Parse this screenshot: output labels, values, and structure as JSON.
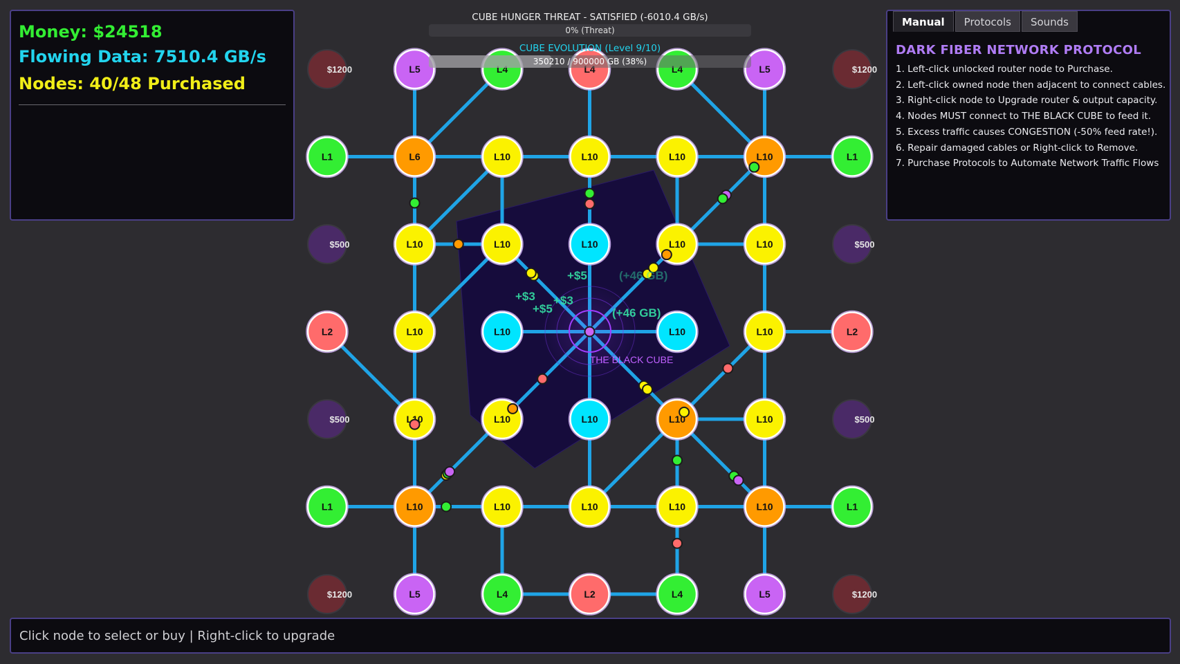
{
  "stats": {
    "money": "Money: $24518",
    "flow": "Flowing Data: 7510.4 GB/s",
    "nodes": "Nodes: 40/48 Purchased"
  },
  "threat": {
    "title": "CUBE HUNGER THREAT - SATISFIED (-6010.4 GB/s)",
    "bar_text": "0% (Threat)",
    "percent": 0
  },
  "evolution": {
    "title": "CUBE EVOLUTION (Level 9/10)",
    "bar_text": "350210 / 900000 GB (38%)",
    "percent": 38
  },
  "cube_label": "THE BLACK CUBE",
  "tabs": [
    "Manual",
    "Protocols",
    "Sounds"
  ],
  "manual": {
    "title": "DARK FIBER NETWORK PROTOCOL",
    "items": [
      "1. Left-click unlocked router node to Purchase.",
      "2. Left-click owned node then adjacent to connect cables.",
      "3. Right-click node to Upgrade router & output capacity.",
      "4. Nodes MUST connect to THE BLACK CUBE to feed it.",
      "5. Excess traffic causes CONGESTION (-50% feed rate!).",
      "6. Repair damaged cables or Right-click to Remove.",
      "7. Purchase Protocols to Automate Network Traffic Flows"
    ]
  },
  "footer": "Click node to select or buy | Right-click to upgrade",
  "floating_texts": [
    "+$5",
    "+$3",
    "(+46 GB)",
    "(+46 GB)",
    "+$5",
    "+$3"
  ],
  "colors": {
    "cable": "#1fa4e6",
    "yellow": "#fbf200",
    "green": "#33ee33",
    "red": "#ff6b6b",
    "orange": "#ff9a00",
    "purple": "#c964f4",
    "cyan": "#00e5ff",
    "locked_red": "#6a2b32",
    "locked_purple": "#4a2a67"
  },
  "nodes": [
    {
      "r": 0,
      "c": 0,
      "label": "$1200",
      "kind": "locked_red"
    },
    {
      "r": 0,
      "c": 1,
      "label": "L5",
      "kind": "purple"
    },
    {
      "r": 0,
      "c": 2,
      "label": "L4",
      "kind": "green"
    },
    {
      "r": 0,
      "c": 3,
      "label": "L4",
      "kind": "red"
    },
    {
      "r": 0,
      "c": 4,
      "label": "L4",
      "kind": "green"
    },
    {
      "r": 0,
      "c": 5,
      "label": "L5",
      "kind": "purple"
    },
    {
      "r": 0,
      "c": 6,
      "label": "$1200",
      "kind": "locked_red"
    },
    {
      "r": 1,
      "c": 0,
      "label": "L1",
      "kind": "green"
    },
    {
      "r": 1,
      "c": 1,
      "label": "L6",
      "kind": "orange"
    },
    {
      "r": 1,
      "c": 2,
      "label": "L10",
      "kind": "yellow"
    },
    {
      "r": 1,
      "c": 3,
      "label": "L10",
      "kind": "yellow"
    },
    {
      "r": 1,
      "c": 4,
      "label": "L10",
      "kind": "yellow"
    },
    {
      "r": 1,
      "c": 5,
      "label": "L10",
      "kind": "orange"
    },
    {
      "r": 1,
      "c": 6,
      "label": "L1",
      "kind": "green"
    },
    {
      "r": 2,
      "c": 0,
      "label": "$500",
      "kind": "locked_purple"
    },
    {
      "r": 2,
      "c": 1,
      "label": "L10",
      "kind": "yellow"
    },
    {
      "r": 2,
      "c": 2,
      "label": "L10",
      "kind": "yellow"
    },
    {
      "r": 2,
      "c": 3,
      "label": "L10",
      "kind": "cyan"
    },
    {
      "r": 2,
      "c": 4,
      "label": "L10",
      "kind": "yellow"
    },
    {
      "r": 2,
      "c": 5,
      "label": "L10",
      "kind": "yellow"
    },
    {
      "r": 2,
      "c": 6,
      "label": "$500",
      "kind": "locked_purple"
    },
    {
      "r": 3,
      "c": 0,
      "label": "L2",
      "kind": "red"
    },
    {
      "r": 3,
      "c": 1,
      "label": "L10",
      "kind": "yellow"
    },
    {
      "r": 3,
      "c": 2,
      "label": "L10",
      "kind": "cyan"
    },
    {
      "r": 3,
      "c": 4,
      "label": "L10",
      "kind": "cyan"
    },
    {
      "r": 3,
      "c": 5,
      "label": "L10",
      "kind": "yellow"
    },
    {
      "r": 3,
      "c": 6,
      "label": "L2",
      "kind": "red"
    },
    {
      "r": 4,
      "c": 0,
      "label": "$500",
      "kind": "locked_purple"
    },
    {
      "r": 4,
      "c": 1,
      "label": "L10",
      "kind": "yellow"
    },
    {
      "r": 4,
      "c": 2,
      "label": "L10",
      "kind": "yellow"
    },
    {
      "r": 4,
      "c": 3,
      "label": "L10",
      "kind": "cyan"
    },
    {
      "r": 4,
      "c": 4,
      "label": "L10",
      "kind": "orange"
    },
    {
      "r": 4,
      "c": 5,
      "label": "L10",
      "kind": "yellow"
    },
    {
      "r": 4,
      "c": 6,
      "label": "$500",
      "kind": "locked_purple"
    },
    {
      "r": 5,
      "c": 0,
      "label": "L1",
      "kind": "green"
    },
    {
      "r": 5,
      "c": 1,
      "label": "L10",
      "kind": "orange"
    },
    {
      "r": 5,
      "c": 2,
      "label": "L10",
      "kind": "yellow"
    },
    {
      "r": 5,
      "c": 3,
      "label": "L10",
      "kind": "yellow"
    },
    {
      "r": 5,
      "c": 4,
      "label": "L10",
      "kind": "yellow"
    },
    {
      "r": 5,
      "c": 5,
      "label": "L10",
      "kind": "orange"
    },
    {
      "r": 5,
      "c": 6,
      "label": "L1",
      "kind": "green"
    },
    {
      "r": 6,
      "c": 0,
      "label": "$1200",
      "kind": "locked_red"
    },
    {
      "r": 6,
      "c": 1,
      "label": "L5",
      "kind": "purple"
    },
    {
      "r": 6,
      "c": 2,
      "label": "L4",
      "kind": "green"
    },
    {
      "r": 6,
      "c": 3,
      "label": "L2",
      "kind": "red"
    },
    {
      "r": 6,
      "c": 4,
      "label": "L4",
      "kind": "green"
    },
    {
      "r": 6,
      "c": 5,
      "label": "L5",
      "kind": "purple"
    },
    {
      "r": 6,
      "c": 6,
      "label": "$1200",
      "kind": "locked_red"
    }
  ],
  "edges": [
    [
      [
        0,
        1
      ],
      [
        1,
        1
      ]
    ],
    [
      [
        0,
        2
      ],
      [
        1,
        1
      ]
    ],
    [
      [
        0,
        3
      ],
      [
        1,
        3
      ]
    ],
    [
      [
        0,
        4
      ],
      [
        1,
        5
      ]
    ],
    [
      [
        0,
        5
      ],
      [
        1,
        5
      ]
    ],
    [
      [
        1,
        0
      ],
      [
        1,
        1
      ]
    ],
    [
      [
        1,
        1
      ],
      [
        1,
        2
      ]
    ],
    [
      [
        1,
        2
      ],
      [
        1,
        3
      ]
    ],
    [
      [
        1,
        3
      ],
      [
        1,
        4
      ]
    ],
    [
      [
        1,
        4
      ],
      [
        1,
        5
      ]
    ],
    [
      [
        1,
        5
      ],
      [
        1,
        6
      ]
    ],
    [
      [
        1,
        1
      ],
      [
        2,
        1
      ]
    ],
    [
      [
        1,
        2
      ],
      [
        2,
        1
      ]
    ],
    [
      [
        1,
        2
      ],
      [
        2,
        2
      ]
    ],
    [
      [
        1,
        3
      ],
      [
        2,
        3
      ]
    ],
    [
      [
        1,
        4
      ],
      [
        2,
        4
      ]
    ],
    [
      [
        1,
        5
      ],
      [
        2,
        4
      ]
    ],
    [
      [
        1,
        5
      ],
      [
        2,
        5
      ]
    ],
    [
      [
        2,
        1
      ],
      [
        2,
        2
      ]
    ],
    [
      [
        2,
        4
      ],
      [
        2,
        5
      ]
    ],
    [
      [
        2,
        1
      ],
      [
        3,
        1
      ]
    ],
    [
      [
        2,
        2
      ],
      [
        3,
        1
      ]
    ],
    [
      [
        2,
        2
      ],
      [
        3,
        3
      ]
    ],
    [
      [
        2,
        3
      ],
      [
        3,
        3
      ]
    ],
    [
      [
        2,
        4
      ],
      [
        3,
        3
      ]
    ],
    [
      [
        2,
        5
      ],
      [
        3,
        5
      ]
    ],
    [
      [
        3,
        0
      ],
      [
        4,
        1
      ]
    ],
    [
      [
        3,
        1
      ],
      [
        4,
        1
      ]
    ],
    [
      [
        3,
        2
      ],
      [
        3,
        3
      ]
    ],
    [
      [
        3,
        3
      ],
      [
        3,
        4
      ]
    ],
    [
      [
        3,
        5
      ],
      [
        3,
        6
      ]
    ],
    [
      [
        3,
        3
      ],
      [
        4,
        2
      ]
    ],
    [
      [
        3,
        3
      ],
      [
        4,
        3
      ]
    ],
    [
      [
        3,
        3
      ],
      [
        4,
        4
      ]
    ],
    [
      [
        3,
        5
      ],
      [
        4,
        4
      ]
    ],
    [
      [
        3,
        5
      ],
      [
        4,
        5
      ]
    ],
    [
      [
        4,
        1
      ],
      [
        5,
        1
      ]
    ],
    [
      [
        4,
        2
      ],
      [
        5,
        1
      ]
    ],
    [
      [
        4,
        3
      ],
      [
        5,
        3
      ]
    ],
    [
      [
        4,
        4
      ],
      [
        5,
        3
      ]
    ],
    [
      [
        4,
        4
      ],
      [
        5,
        4
      ]
    ],
    [
      [
        4,
        4
      ],
      [
        5,
        5
      ]
    ],
    [
      [
        4,
        4
      ],
      [
        4,
        5
      ]
    ],
    [
      [
        4,
        5
      ],
      [
        5,
        5
      ]
    ],
    [
      [
        5,
        0
      ],
      [
        5,
        1
      ]
    ],
    [
      [
        5,
        1
      ],
      [
        5,
        2
      ]
    ],
    [
      [
        5,
        2
      ],
      [
        5,
        3
      ]
    ],
    [
      [
        5,
        3
      ],
      [
        5,
        4
      ]
    ],
    [
      [
        5,
        4
      ],
      [
        5,
        5
      ]
    ],
    [
      [
        5,
        5
      ],
      [
        5,
        6
      ]
    ],
    [
      [
        5,
        1
      ],
      [
        6,
        1
      ]
    ],
    [
      [
        5,
        2
      ],
      [
        6,
        2
      ]
    ],
    [
      [
        5,
        4
      ],
      [
        6,
        4
      ]
    ],
    [
      [
        5,
        5
      ],
      [
        6,
        5
      ]
    ],
    [
      [
        6,
        2
      ],
      [
        6,
        3
      ]
    ],
    [
      [
        6,
        3
      ],
      [
        6,
        4
      ]
    ]
  ],
  "packets": [
    {
      "a": [
        [
          1,
          3
        ],
        [
          2,
          3
        ]
      ],
      "t": 0.42,
      "kind": "green"
    },
    {
      "a": [
        [
          1,
          3
        ],
        [
          2,
          3
        ]
      ],
      "t": 0.54,
      "kind": "red"
    },
    {
      "a": [
        [
          1,
          1
        ],
        [
          2,
          1
        ]
      ],
      "t": 0.53,
      "kind": "green"
    },
    {
      "a": [
        [
          1,
          5
        ],
        [
          2,
          4
        ]
      ],
      "t": 0.12,
      "kind": "green"
    },
    {
      "a": [
        [
          1,
          5
        ],
        [
          2,
          4
        ]
      ],
      "t": 0.44,
      "kind": "purple"
    },
    {
      "a": [
        [
          1,
          5
        ],
        [
          2,
          4
        ]
      ],
      "t": 0.48,
      "kind": "green"
    },
    {
      "a": [
        [
          2,
          1
        ],
        [
          2,
          2
        ]
      ],
      "t": 0.5,
      "kind": "orange"
    },
    {
      "a": [
        [
          2,
          2
        ],
        [
          3,
          3
        ]
      ],
      "t": 0.36,
      "kind": "yellow"
    },
    {
      "a": [
        [
          2,
          2
        ],
        [
          3,
          3
        ]
      ],
      "t": 0.33,
      "kind": "yellow"
    },
    {
      "a": [
        [
          2,
          4
        ],
        [
          3,
          3
        ]
      ],
      "t": 0.34,
      "kind": "yellow"
    },
    {
      "a": [
        [
          2,
          4
        ],
        [
          3,
          3
        ]
      ],
      "t": 0.27,
      "kind": "yellow"
    },
    {
      "a": [
        [
          2,
          4
        ],
        [
          3,
          3
        ]
      ],
      "t": 0.12,
      "kind": "orange"
    },
    {
      "a": [
        [
          3,
          3
        ],
        [
          4,
          2
        ]
      ],
      "t": 0.54,
      "kind": "green"
    },
    {
      "a": [
        [
          3,
          3
        ],
        [
          4,
          2
        ]
      ],
      "t": 0.54,
      "kind": "red"
    },
    {
      "a": [
        [
          3,
          3
        ],
        [
          4,
          2
        ]
      ],
      "t": 0.88,
      "kind": "orange"
    },
    {
      "a": [
        [
          3,
          3
        ],
        [
          4,
          4
        ]
      ],
      "t": 0.62,
      "kind": "yellow"
    },
    {
      "a": [
        [
          3,
          3
        ],
        [
          4,
          4
        ]
      ],
      "t": 0.66,
      "kind": "yellow"
    },
    {
      "a": [
        [
          3,
          5
        ],
        [
          4,
          4
        ]
      ],
      "t": 0.42,
      "kind": "red"
    },
    {
      "a": [
        [
          3,
          5
        ],
        [
          4,
          4
        ]
      ],
      "t": 0.92,
      "kind": "yellow"
    },
    {
      "a": [
        [
          3,
          3
        ],
        [
          3,
          4
        ]
      ],
      "t": 0.0,
      "kind": "purple"
    },
    {
      "a": [
        [
          4,
          2
        ],
        [
          5,
          1
        ]
      ],
      "t": 0.64,
      "kind": "yellow"
    },
    {
      "a": [
        [
          4,
          2
        ],
        [
          5,
          1
        ]
      ],
      "t": 0.62,
      "kind": "green"
    },
    {
      "a": [
        [
          4,
          2
        ],
        [
          5,
          1
        ]
      ],
      "t": 0.6,
      "kind": "purple"
    },
    {
      "a": [
        [
          4,
          1
        ],
        [
          5,
          1
        ]
      ],
      "t": 0.06,
      "kind": "red"
    },
    {
      "a": [
        [
          5,
          1
        ],
        [
          5,
          2
        ]
      ],
      "t": 0.36,
      "kind": "green"
    },
    {
      "a": [
        [
          4,
          4
        ],
        [
          5,
          4
        ]
      ],
      "t": 0.47,
      "kind": "green"
    },
    {
      "a": [
        [
          4,
          4
        ],
        [
          5,
          5
        ]
      ],
      "t": 0.65,
      "kind": "green"
    },
    {
      "a": [
        [
          4,
          4
        ],
        [
          5,
          5
        ]
      ],
      "t": 0.7,
      "kind": "purple"
    },
    {
      "a": [
        [
          5,
          4
        ],
        [
          6,
          4
        ]
      ],
      "t": 0.42,
      "kind": "red"
    }
  ]
}
